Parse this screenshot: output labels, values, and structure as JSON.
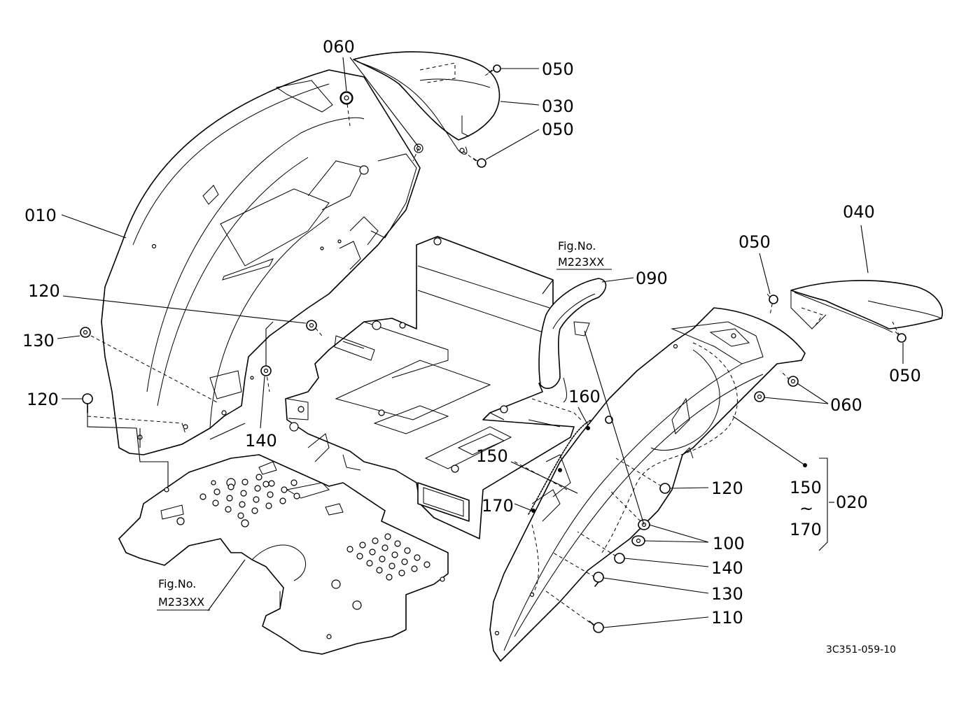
{
  "labels": {
    "p060_top": "060",
    "p050_a": "050",
    "p030": "030",
    "p050_b": "050",
    "p010": "010",
    "p120_left_upper": "120",
    "p130_left": "130",
    "p120_left_lower": "120",
    "p140_left": "140",
    "p040": "040",
    "p050_c": "050",
    "p050_d": "050",
    "p060_right": "060",
    "p090": "090",
    "p160": "160",
    "p150": "150",
    "p170": "170",
    "p120_right": "120",
    "p100": "100",
    "p140_right": "140",
    "p130_right": "130",
    "p110": "110",
    "p020": "020",
    "range_top": "150",
    "range_sep": "~",
    "range_bottom": "170"
  },
  "references": {
    "fig_a_title": "Fig.No.",
    "fig_a_code": "M223XX",
    "fig_b_title": "Fig.No.",
    "fig_b_code": "M233XX"
  },
  "drawing_number": "3C351-059-10"
}
